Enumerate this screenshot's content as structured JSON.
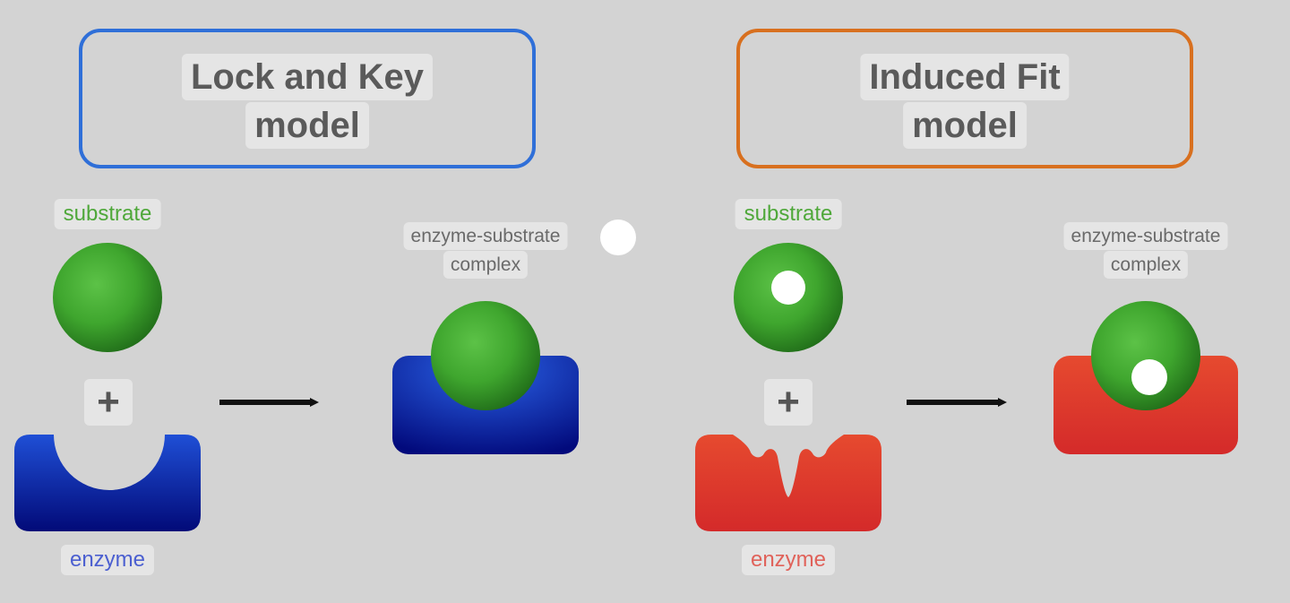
{
  "models": [
    {
      "title_line1": "Lock and Key",
      "title_line2": "model",
      "substrate_label": "substrate",
      "plus_sign": "+",
      "enzyme_label": "enzyme",
      "complex_label_line1": "enzyme-substrate",
      "complex_label_line2": "complex"
    },
    {
      "title_line1": "Induced Fit",
      "title_line2": "model",
      "substrate_label": "substrate",
      "plus_sign": "+",
      "enzyme_label": "enzyme",
      "complex_label_line1": "enzyme-substrate",
      "complex_label_line2": "complex"
    }
  ],
  "colors": {
    "background": "#d3d3d3",
    "lock_key_border": "#2f6fd8",
    "induced_fit_border": "#d8701f",
    "substrate": "#3fa62e",
    "enzyme_lock_key": "#0e1fb0",
    "enzyme_induced_fit": "#d9342b"
  }
}
